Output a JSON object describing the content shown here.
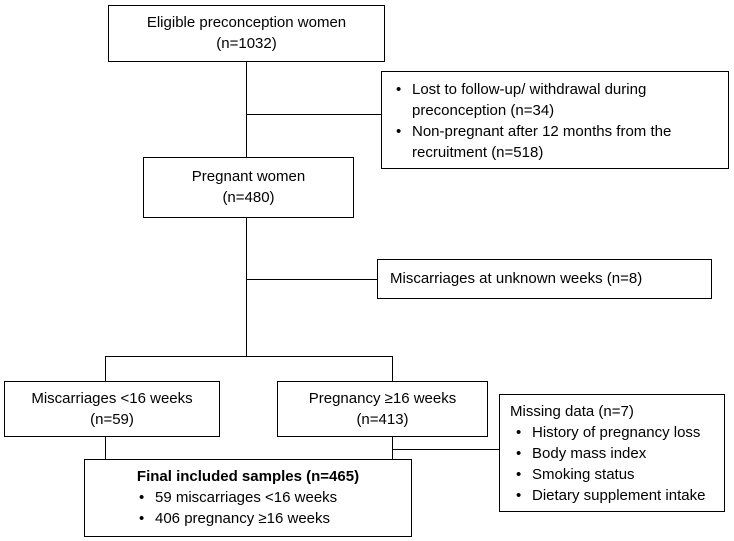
{
  "eligible": {
    "title": "Eligible preconception women",
    "count": "(n=1032)"
  },
  "excluded_preconception": {
    "items": [
      "Lost to follow-up/ withdrawal during preconception (n=34)",
      "Non-pregnant after 12 months from the recruitment (n=518)"
    ]
  },
  "pregnant": {
    "title": "Pregnant women",
    "count": "(n=480)"
  },
  "unknown_weeks": {
    "label": "Miscarriages at unknown weeks (n=8)"
  },
  "miscarriages_lt16": {
    "title": "Miscarriages <16 weeks",
    "count": "(n=59)"
  },
  "pregnancy_ge16": {
    "title": "Pregnancy ≥16 weeks",
    "count": "(n=413)"
  },
  "missing_data": {
    "title": "Missing data (n=7)",
    "items": [
      "History of pregnancy loss",
      "Body mass index",
      "Smoking status",
      "Dietary supplement intake"
    ]
  },
  "final": {
    "title": "Final included samples (n=465)",
    "items": [
      "59 miscarriages <16 weeks",
      "406 pregnancy ≥16 weeks"
    ]
  }
}
